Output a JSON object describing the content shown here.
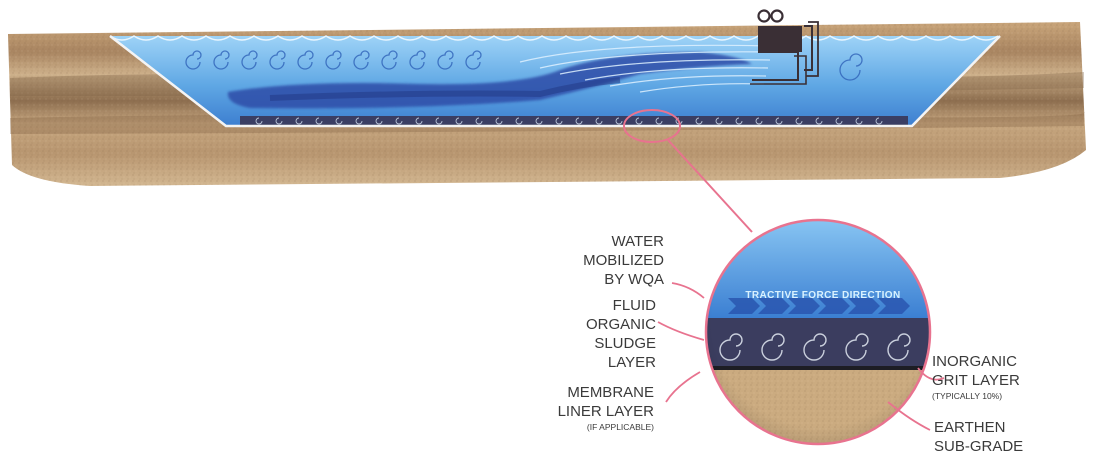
{
  "labels": {
    "water": [
      "WATER",
      "MOBILIZED",
      "BY WQA"
    ],
    "sludge": [
      "FLUID",
      "ORGANIC",
      "SLUDGE",
      "LAYER"
    ],
    "membrane": [
      "MEMBRANE",
      "LINER LAYER"
    ],
    "membrane_note": "(IF APPLICABLE)",
    "grit": [
      "INORGANIC",
      "GRIT LAYER"
    ],
    "grit_note": "(TYPICALLY 10%)",
    "earthen": [
      "EARTHEN",
      "SUB-GRADE"
    ],
    "tractive": "TRACTIVE FORCE DIRECTION"
  },
  "colors": {
    "water": "#6fb4ea",
    "water_deep": "#2f5fb4",
    "sludge": "#34365a",
    "soil": "#c7a579",
    "soil_dark": "#8e6f4c",
    "callout": "#e8738f",
    "label_text": "#3a3a3a"
  }
}
